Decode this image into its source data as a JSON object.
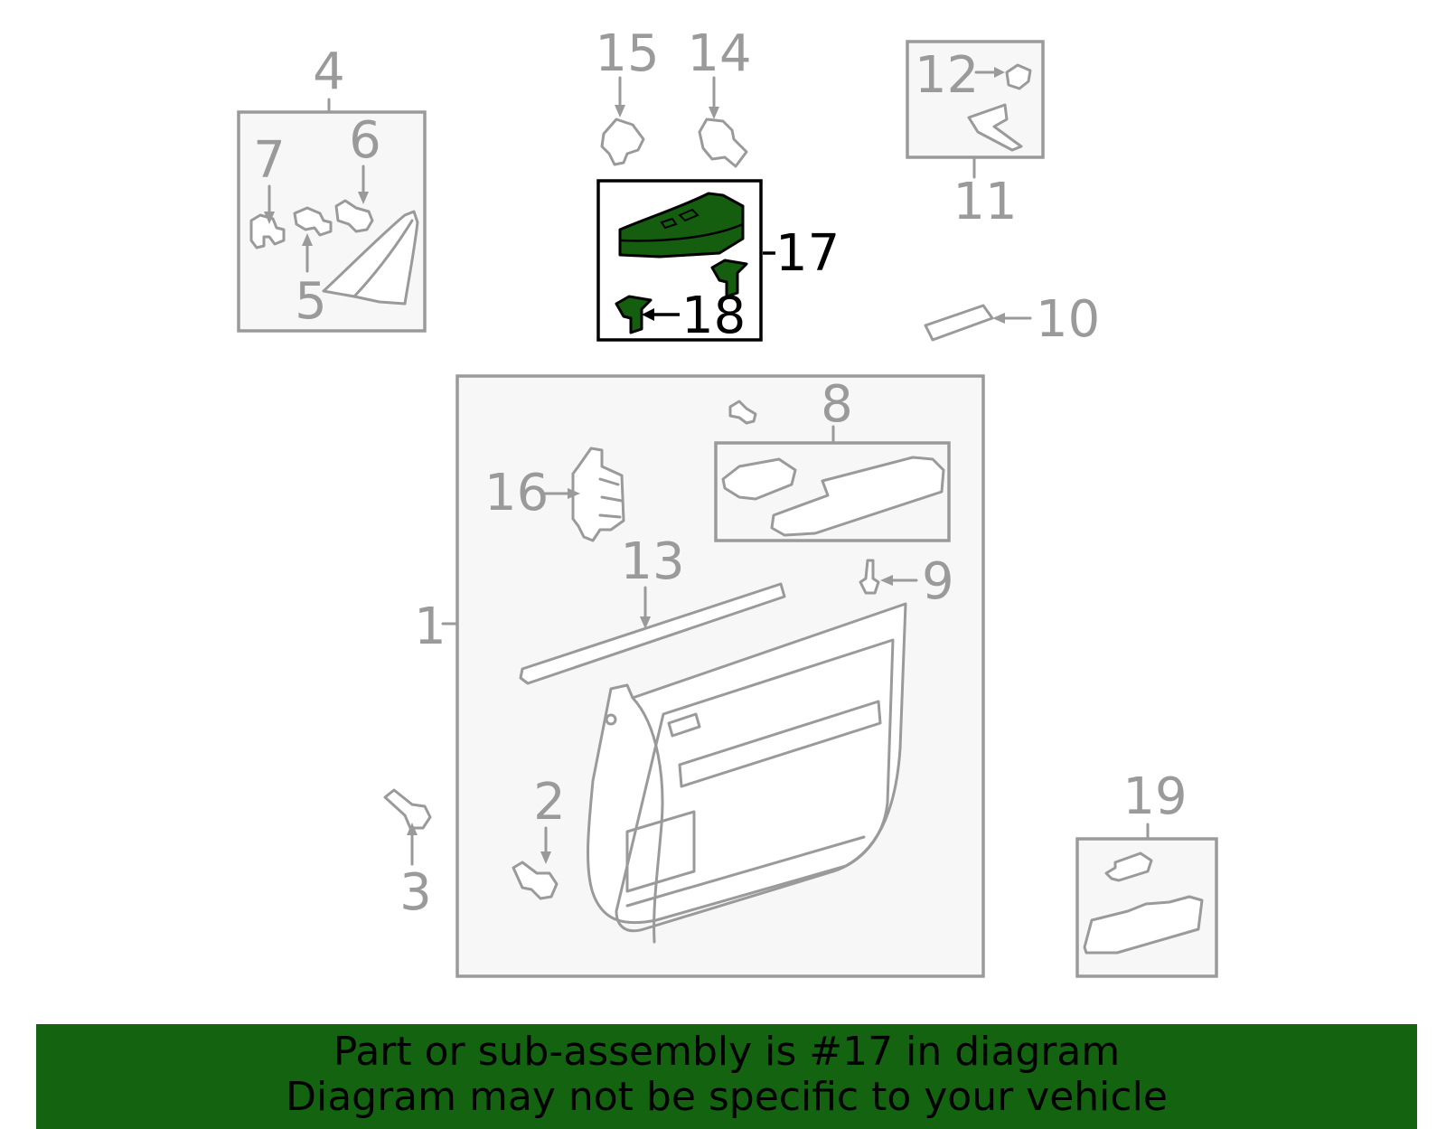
{
  "highlight_color": "#146311",
  "callouts": {
    "c1": "1",
    "c2": "2",
    "c3": "3",
    "c4": "4",
    "c5": "5",
    "c6": "6",
    "c7": "7",
    "c8": "8",
    "c9": "9",
    "c10": "10",
    "c11": "11",
    "c12": "12",
    "c13": "13",
    "c14": "14",
    "c15": "15",
    "c16": "16",
    "c17": "17",
    "c18": "18",
    "c19": "19"
  },
  "highlighted_part": "17",
  "banner": {
    "line1": "Part or sub-assembly is #17 in diagram",
    "line2": "Diagram may not be specific to your vehicle"
  }
}
